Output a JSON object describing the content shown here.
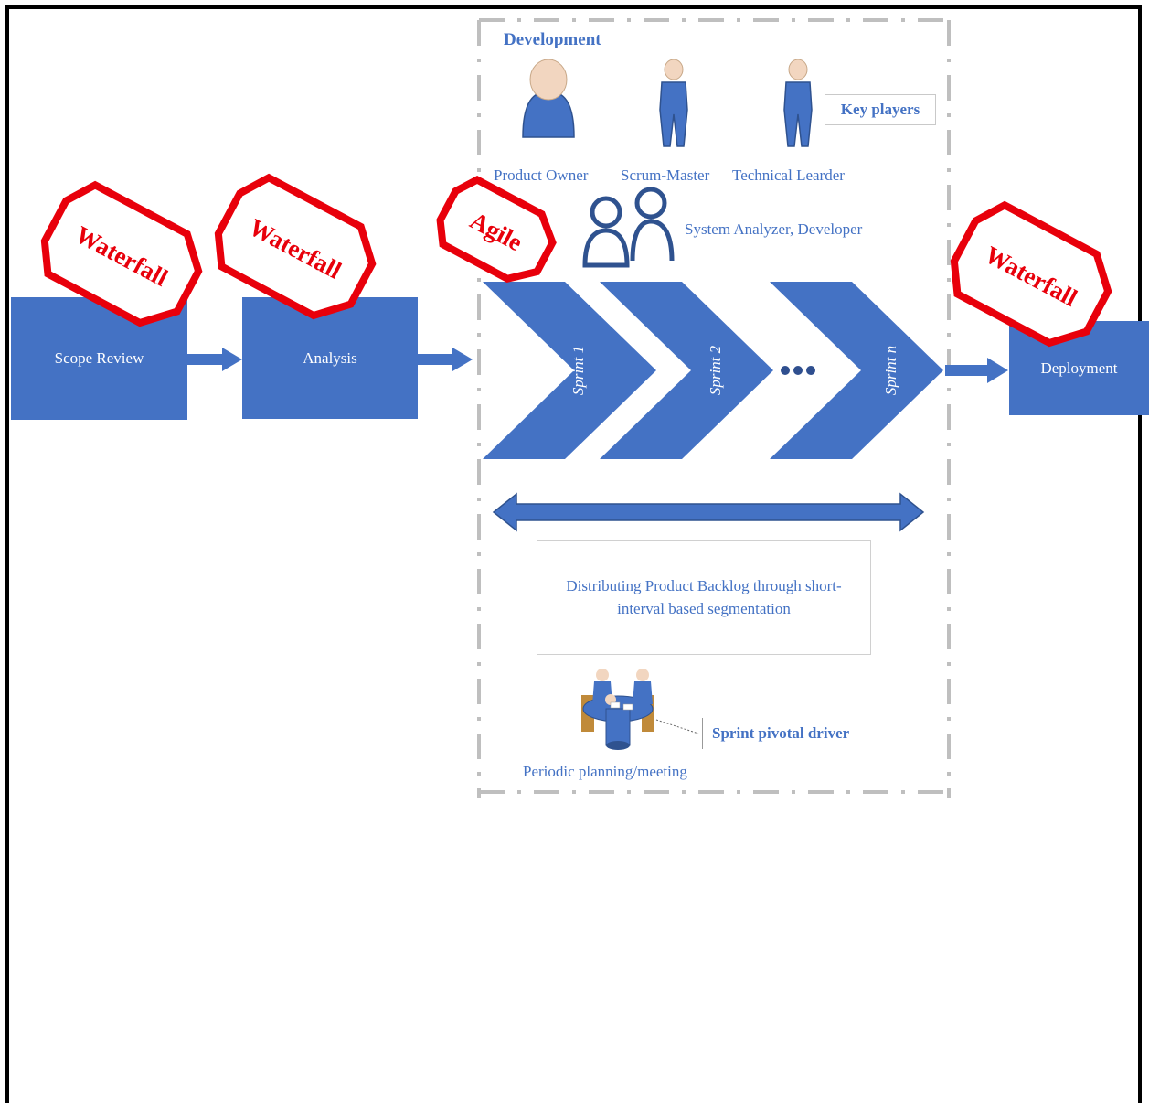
{
  "development": {
    "title": "Development",
    "key_players_label": "Key players",
    "roles": [
      "Product Owner",
      "Scrum-Master",
      "Technical Learder"
    ],
    "team_label": "System Analyzer, Developer",
    "sprints": [
      "Sprint 1",
      "Sprint 2",
      "Sprint n"
    ],
    "ellipsis": "•••",
    "backlog_text": "Distributing Product Backlog through short-interval based segmentation",
    "meeting_label": "Periodic planning/meeting",
    "pivotal_label": "Sprint pivotal driver"
  },
  "phases": {
    "scope_review": "Scope Review",
    "analysis": "Analysis",
    "deployment": "Deployment"
  },
  "stamps": {
    "scope": "Waterfall",
    "analysis": "Waterfall",
    "dev": "Agile",
    "deploy": "Waterfall"
  },
  "colors": {
    "primary_blue": "#4472c4",
    "stamp_red": "#e8000b",
    "dash_gray": "#bfbfbf"
  }
}
